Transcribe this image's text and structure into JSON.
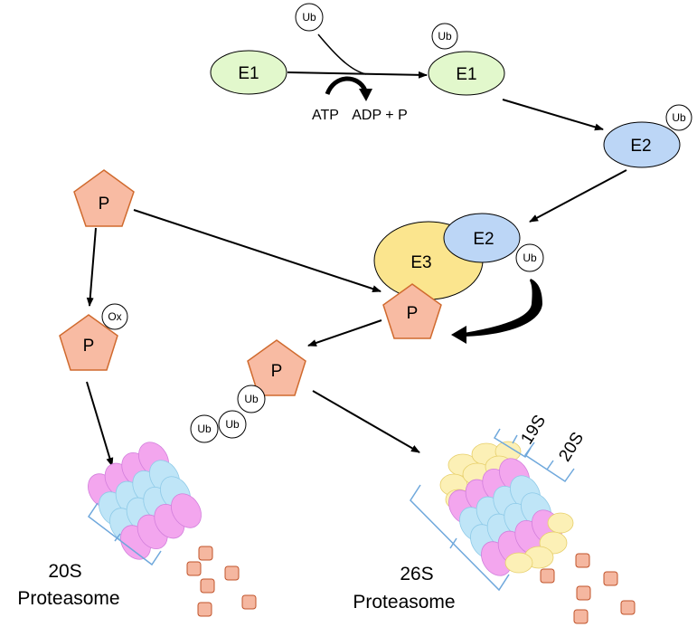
{
  "colors": {
    "e1_fill": "#e2f8cc",
    "e2_fill": "#bcd6f6",
    "e3_fill": "#fbe58e",
    "protein_fill": "#f8bba3",
    "protein_stroke": "#d06a2e",
    "ring_pink": "#f3a6ee",
    "ring_blue": "#bfe5f7",
    "ring_yellow": "#fcf0b6",
    "bracket": "#6fa8dc",
    "fragment_fill": "#f5b7a0"
  },
  "labels": {
    "ub": "Ub",
    "ox": "Ox",
    "e1": "E1",
    "e2": "E2",
    "e3": "E3",
    "protein": "P",
    "atp": "ATP",
    "adp": "ADP + P",
    "cap_19s": "19S",
    "core_20s": "20S",
    "left_20s": "20S",
    "left_proteasome": "Proteasome",
    "right_26s": "26S",
    "right_proteasome": "Proteasome"
  }
}
